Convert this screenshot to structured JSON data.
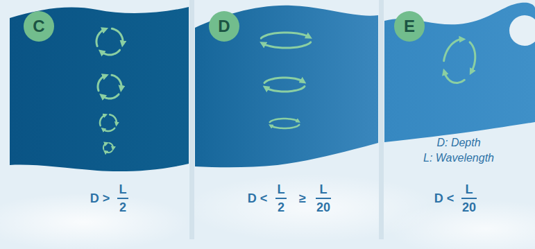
{
  "diagram": {
    "nodes": [
      {
        "text": [
          "C"
        ]
      },
      {
        "text": [
          "D"
        ]
      },
      {
        "text": [
          "E"
        ]
      }
    ],
    "labels": [
      "D >",
      "L",
      "2",
      "D <",
      "L",
      "2",
      "≥",
      "L",
      "20",
      "D: Depth",
      "L: Wavelength",
      "D <",
      "L",
      "20"
    ]
  }
}
